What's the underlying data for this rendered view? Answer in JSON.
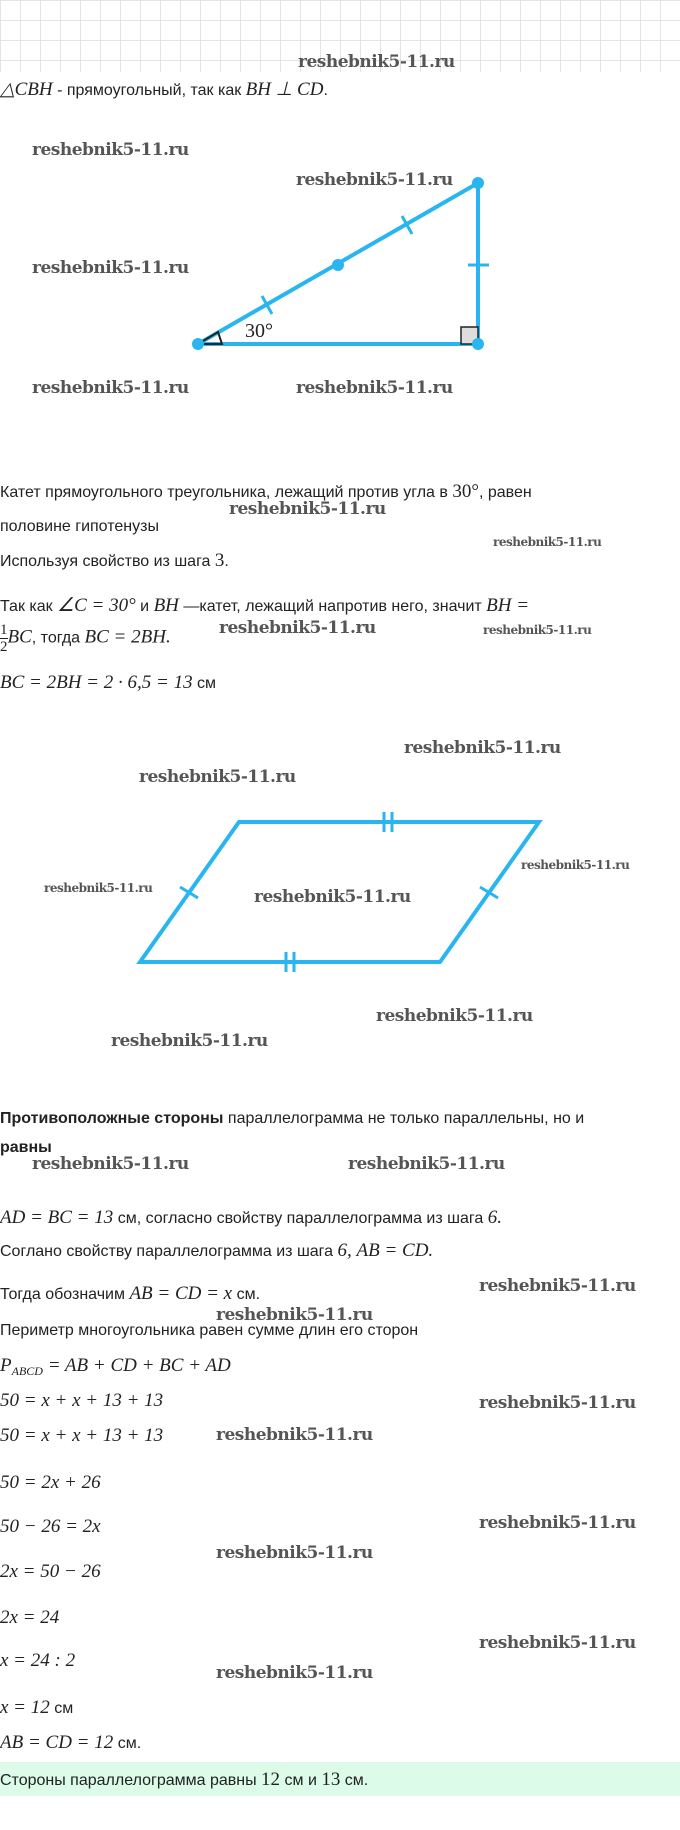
{
  "watermark": "reshebnik5-11.ru",
  "colors": {
    "figure": "#29b6f0",
    "answer_bg": "#dcfbe8"
  },
  "lines": {
    "l1_math": "△CBH",
    "l1_text": " - прямоугольный, так как ",
    "l1_math2": "BH ⊥ CD",
    "angle_label": "30°",
    "l2_text": "Катет прямоугольного треугольника, лежащий против угла в ",
    "l2_math": "30°",
    "l2_text2": ", равен",
    "l3_text": "половине гипотенузы",
    "l4_text": "Используя свойство из шага ",
    "l4_math": "3",
    "l5_text": "Так как ",
    "l5_math": "∠C = 30°",
    "l5_text2": " и ",
    "l5_math2": "BH",
    "l5_text3": " —катет, лежащий напротив него, значит ",
    "l5_math3": "BH =",
    "l6_frac_num": "1",
    "l6_frac_den": "2",
    "l6_math": "BC",
    "l6_text": ", тогда ",
    "l6_math2": "BC = 2BH.",
    "l7_math": "BC = 2BH = 2 · 6,5 = 13",
    "l7_text": " см",
    "l8_bold": "Противоположные стороны",
    "l8_text": " параллелограмма не только параллельны, но и",
    "l9_bold": "равны",
    "l10_math": "AD = BC = 13",
    "l10_text": " см, согласно свойству параллелограмма из шага ",
    "l10_math2": "6.",
    "l11_text": "Соглано свойству параллелограмма из шага ",
    "l11_math": "6, AB = CD.",
    "l12_text": "Тогда обозначим ",
    "l12_math": "AB = CD = x",
    "l12_text2": " см.",
    "l13_text": "Периметр многоугольника равен сумме длин его сторон",
    "l14_math": "P",
    "l14_sub": "ABCD",
    "l14_math2": " = AB + CD + BC + AD",
    "l15_math": "50 = x + x + 13 + 13",
    "l16_math": "50 = x + x + 13 + 13",
    "l17_math": "50 = 2x + 26",
    "l18_math": "50 − 26 = 2x",
    "l19_math": "2x = 50 − 26",
    "l20_math": "2x = 24",
    "l21_math": "x = 24 : 2",
    "l22_math": "x = 12",
    "l22_text": " см",
    "l23_math": "AB = CD = 12",
    "l23_text": " см.",
    "answer_text": "Стороны параллелограмма равны ",
    "answer_math": "12",
    "answer_text2": " см и ",
    "answer_math2": "13",
    "answer_text3": " см."
  }
}
